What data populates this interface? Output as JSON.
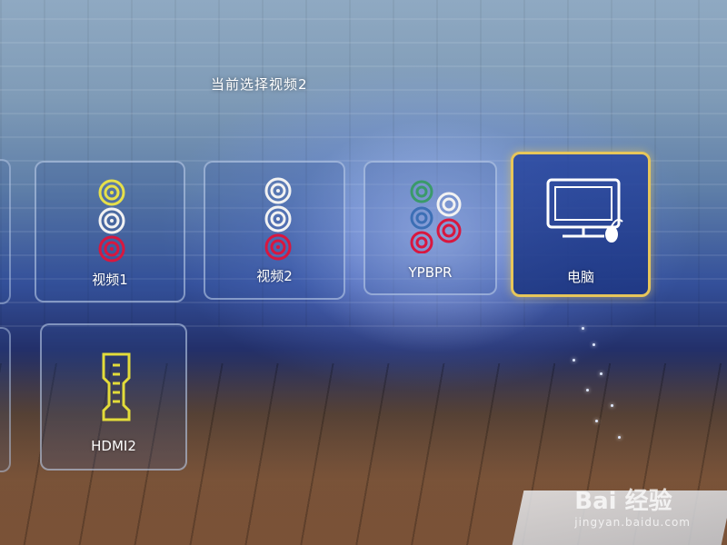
{
  "status_text": "当前选择视频2",
  "inputs": [
    {
      "label": "视频1"
    },
    {
      "label": "视频2"
    },
    {
      "label": "YPBPR"
    },
    {
      "label": "电脑",
      "selected": true
    },
    {
      "label": "HDMI2"
    }
  ],
  "colors": {
    "selected_border": "#e7c65a",
    "rca_yellow": "#e6e04a",
    "rca_white": "#f2f2f2",
    "rca_red": "#d8173f",
    "rca_green": "#3a9a6a",
    "rca_blue": "#3c6fb5",
    "hdmi_yellow": "#e3dc3a"
  },
  "icons": {
    "av1": "rca-connectors-icon",
    "av2": "rca-connectors-icon",
    "ypbpr": "component-connectors-icon",
    "pc": "monitor-mouse-icon",
    "hdmi": "hdmi-port-icon"
  },
  "watermark": {
    "brand": "Bai 经验",
    "url": "jingyan.baidu.com"
  }
}
